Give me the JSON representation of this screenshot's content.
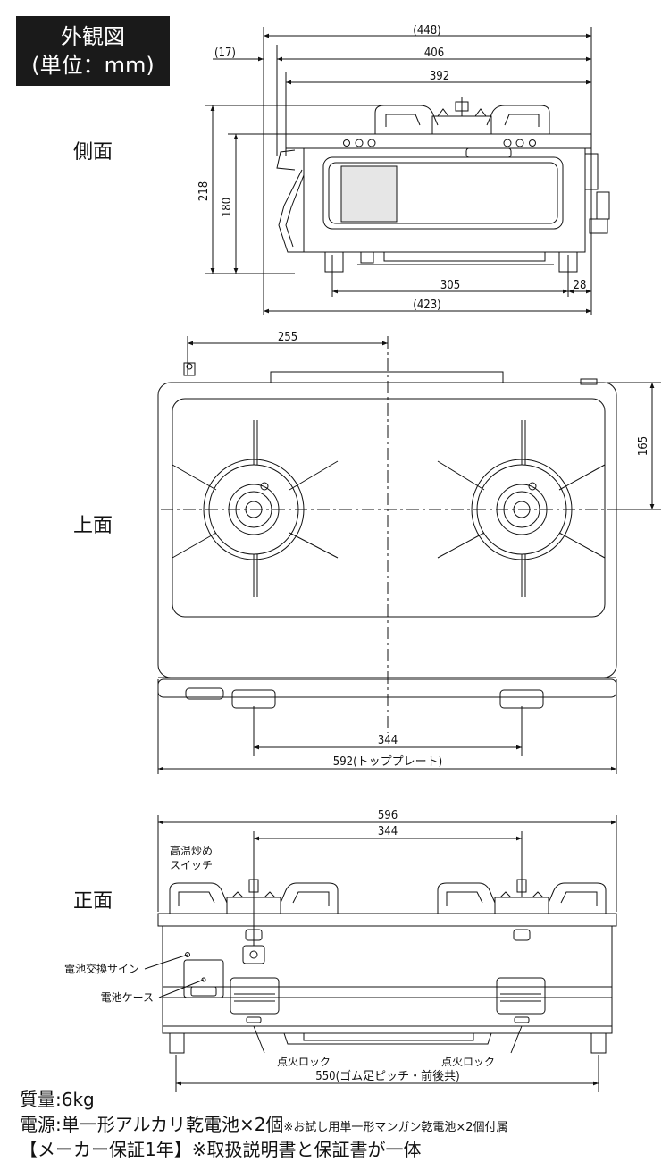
{
  "title": {
    "line1": "外観図",
    "line2": "(単位：mm)"
  },
  "views": {
    "side": "側面",
    "top": "上面",
    "front": "正面"
  },
  "side_dims": {
    "d448": "(448)",
    "d17": "(17)",
    "d406": "406",
    "d392": "392",
    "d218": "218",
    "d180": "180",
    "d305": "305",
    "d28": "28",
    "d423": "(423)"
  },
  "top_dims": {
    "d255": "255",
    "d165": "165",
    "d344": "344",
    "d592": "592(トッププレート)"
  },
  "front_dims": {
    "d596": "596",
    "d344": "344",
    "d550": "550(ゴム足ピッチ・前後共)"
  },
  "front_labels": {
    "switch_l1": "高温炒め",
    "switch_l2": "スイッチ",
    "battery_sign": "電池交換サイン",
    "battery_case": "電池ケース",
    "lock_left": "点火ロック",
    "lock_right": "点火ロック"
  },
  "notes": {
    "weight": "質量:6kg",
    "power_main": "電源:単一形アルカリ乾電池×2個",
    "power_small": "※お試し用単一形マンガン乾電池×2個付属",
    "warranty": "【メーカー保証1年】※取扱説明書と保証書が一体"
  }
}
